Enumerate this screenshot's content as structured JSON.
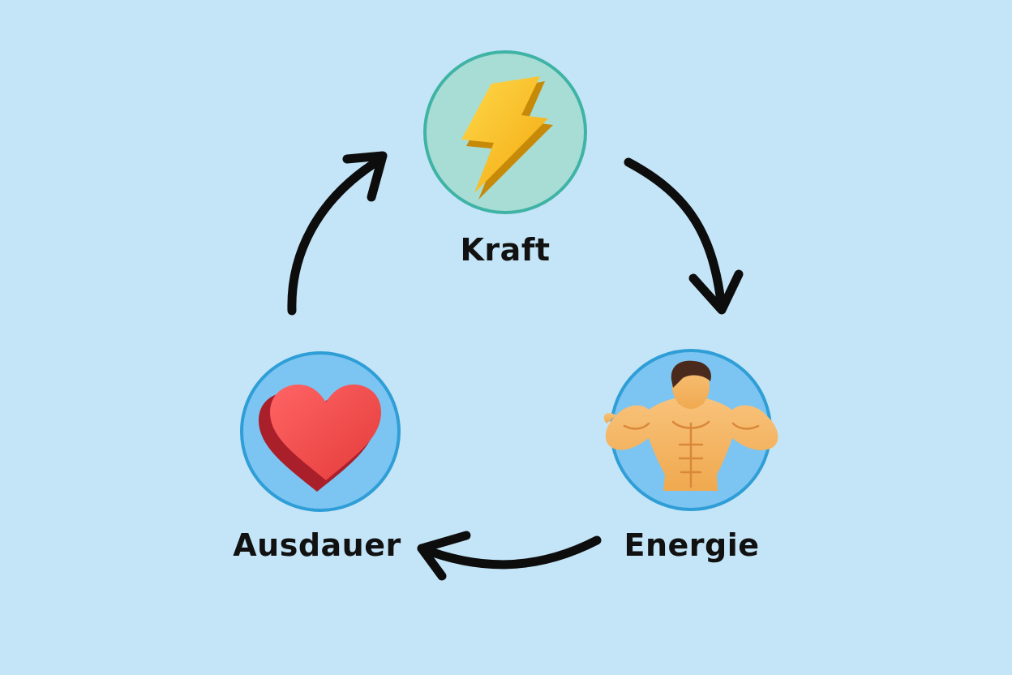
{
  "colors": {
    "background": "#c4e5f8",
    "arrow": "#0d0d0d",
    "kraft_circle_fill": "#a8ddd6",
    "kraft_circle_stroke": "#3fb3a4",
    "blue_circle_fill": "#7cc4f2",
    "blue_circle_stroke": "#2f9ed6",
    "bolt": "#f7c21a",
    "heart": "#f04b4b",
    "skin": "#f5b765",
    "hair": "#4a2a1c"
  },
  "nodes": [
    {
      "id": "kraft",
      "label": "Kraft",
      "icon": "lightning-bolt-icon"
    },
    {
      "id": "energie",
      "label": "Energie",
      "icon": "muscular-torso-icon"
    },
    {
      "id": "ausdauer",
      "label": "Ausdauer",
      "icon": "heart-icon"
    }
  ],
  "edges": [
    {
      "from": "kraft",
      "to": "energie"
    },
    {
      "from": "energie",
      "to": "ausdauer"
    },
    {
      "from": "ausdauer",
      "to": "kraft"
    }
  ]
}
